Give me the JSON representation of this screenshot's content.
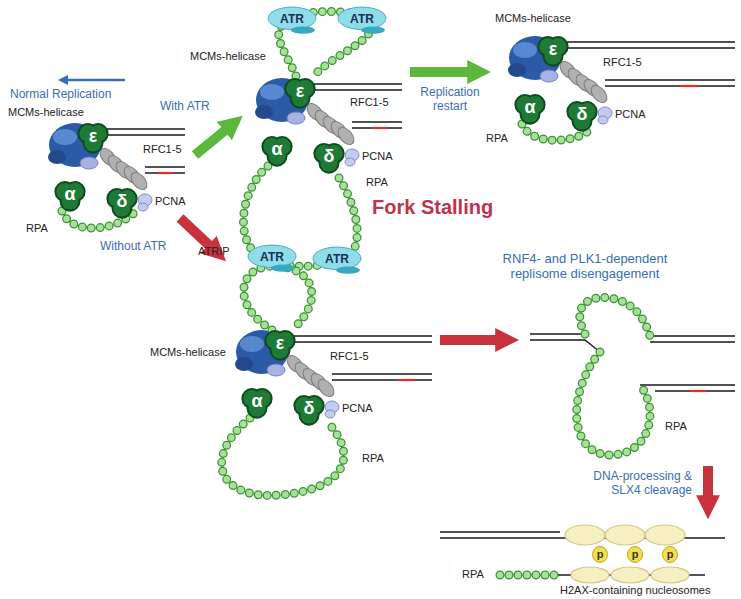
{
  "diagram": {
    "nodes": [
      {
        "text": [
          "ATR"
        ]
      },
      {
        "text": [
          "ATR"
        ]
      },
      {
        "text": [
          "ε"
        ]
      },
      {
        "text": [
          "α"
        ]
      },
      {
        "text": [
          "δ"
        ]
      },
      {
        "text": [
          "ATR"
        ]
      },
      {
        "text": [
          "ATR"
        ]
      },
      {
        "text": [
          "ε"
        ]
      },
      {
        "text": [
          "α"
        ]
      },
      {
        "text": [
          "δ"
        ]
      },
      {
        "text": [
          "ε"
        ]
      },
      {
        "text": [
          "α"
        ]
      },
      {
        "text": [
          "δ"
        ]
      },
      {
        "text": [
          "ε"
        ]
      },
      {
        "text": [
          "α"
        ]
      },
      {
        "text": [
          "δ"
        ]
      },
      {
        "text": [
          "p"
        ]
      },
      {
        "text": [
          "p"
        ]
      },
      {
        "text": [
          "p"
        ]
      }
    ],
    "labels": [
      "Normal Replication",
      "With ATR",
      "MCMs-helicase",
      "RFC1-5",
      "PCNA",
      "RPA",
      "ATRIP",
      "Replication restart",
      "MCMs-helicase",
      "RFC1-5",
      "PCNA",
      "RPA",
      "MCMs-helicase",
      "RFC1-5",
      "PCNA",
      "RPA",
      "Fork Stalling",
      "Without ATR",
      "RNF4- and PLK1-dependent replisome disengagement",
      "MCMs-helicase",
      "RFC1-5",
      "PCNA",
      "RPA",
      "RPA",
      "DNA-processing & SLX4 cleavage",
      "RPA",
      "H2AX-containing nucleosomes"
    ]
  }
}
